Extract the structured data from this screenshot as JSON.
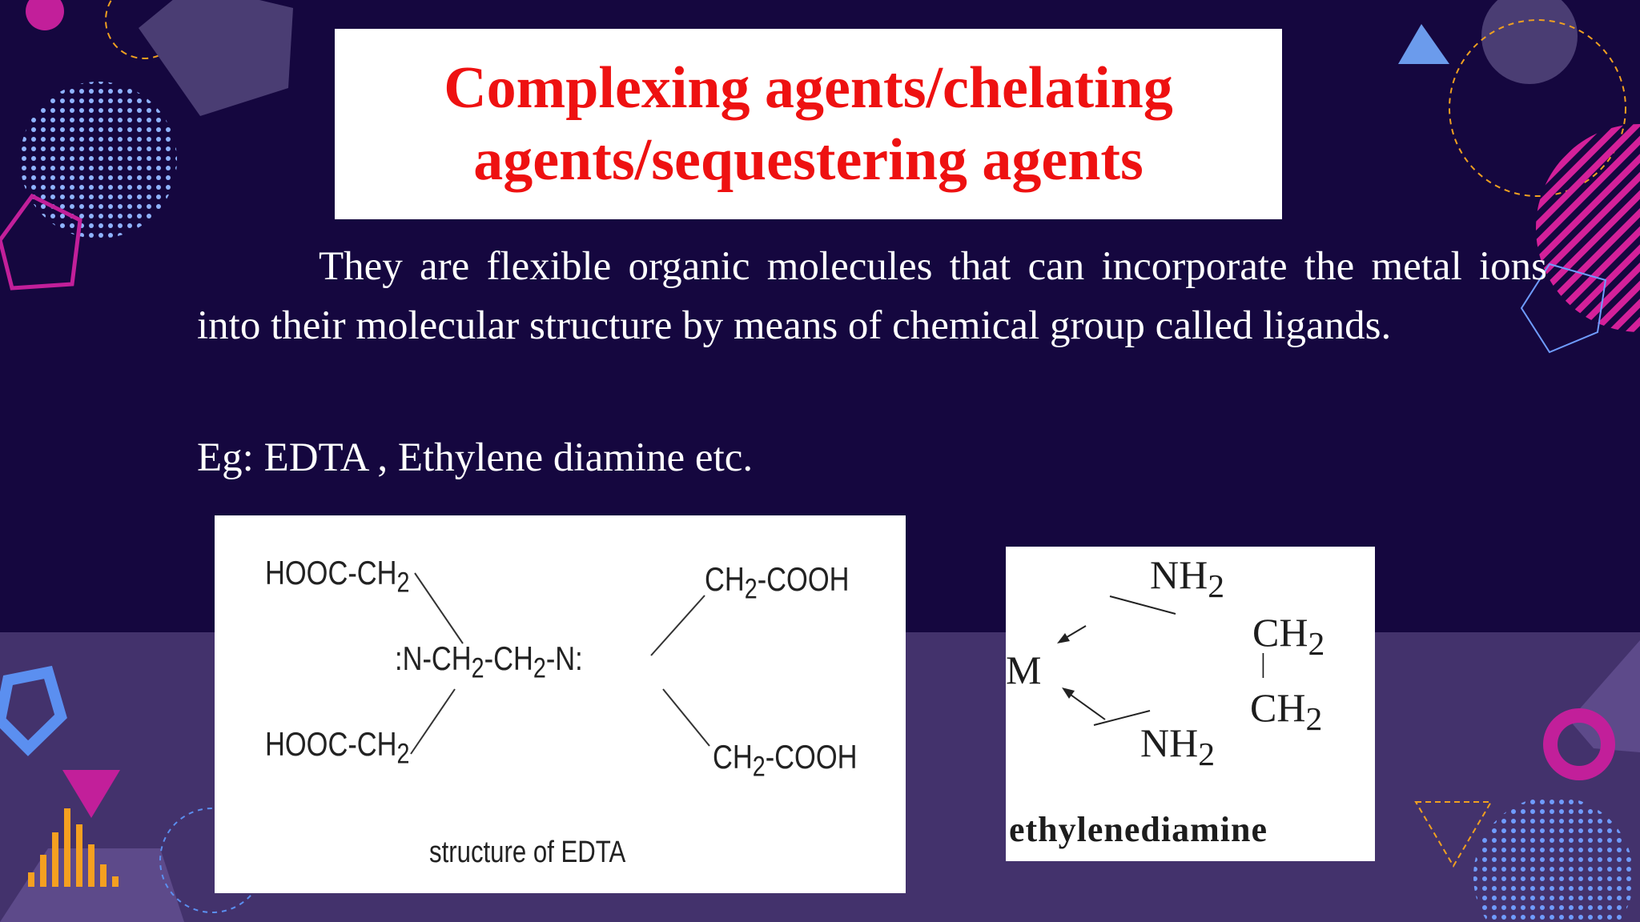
{
  "slide": {
    "title_line1": "Complexing agents/chelating",
    "title_line2": "agents/sequestering agents",
    "body": "They are flexible organic molecules that can incorporate the metal ions into their  molecular structure by means of chemical group called ligands.",
    "example": "Eg: EDTA , Ethylene diamine etc."
  },
  "edta_figure": {
    "hooc_top": "HOOC-CH",
    "hooc_bottom": "HOOC-CH",
    "ch_cooh_top": "CH",
    "ch_cooh_bottom": "CH",
    "cooh": "-COOH",
    "sub2": "2",
    "n_left": ":N-",
    "ch_a": "CH",
    "ch_b": "-CH",
    "n_right": "-N:",
    "caption": "structure of EDTA"
  },
  "en_figure": {
    "nh_top": "NH",
    "ch_top": "CH",
    "ch_bottom": "CH",
    "nh_bottom": "NH",
    "sub2": "2",
    "metal": "M",
    "bond": "|",
    "caption": "ethylenediamine"
  },
  "colors": {
    "background": "#15073f",
    "bottom_band": "#43326c",
    "title_text": "#ee1111",
    "magenta": "#c21f9a",
    "blue": "#5b8ff0",
    "orange": "#f5a020"
  }
}
